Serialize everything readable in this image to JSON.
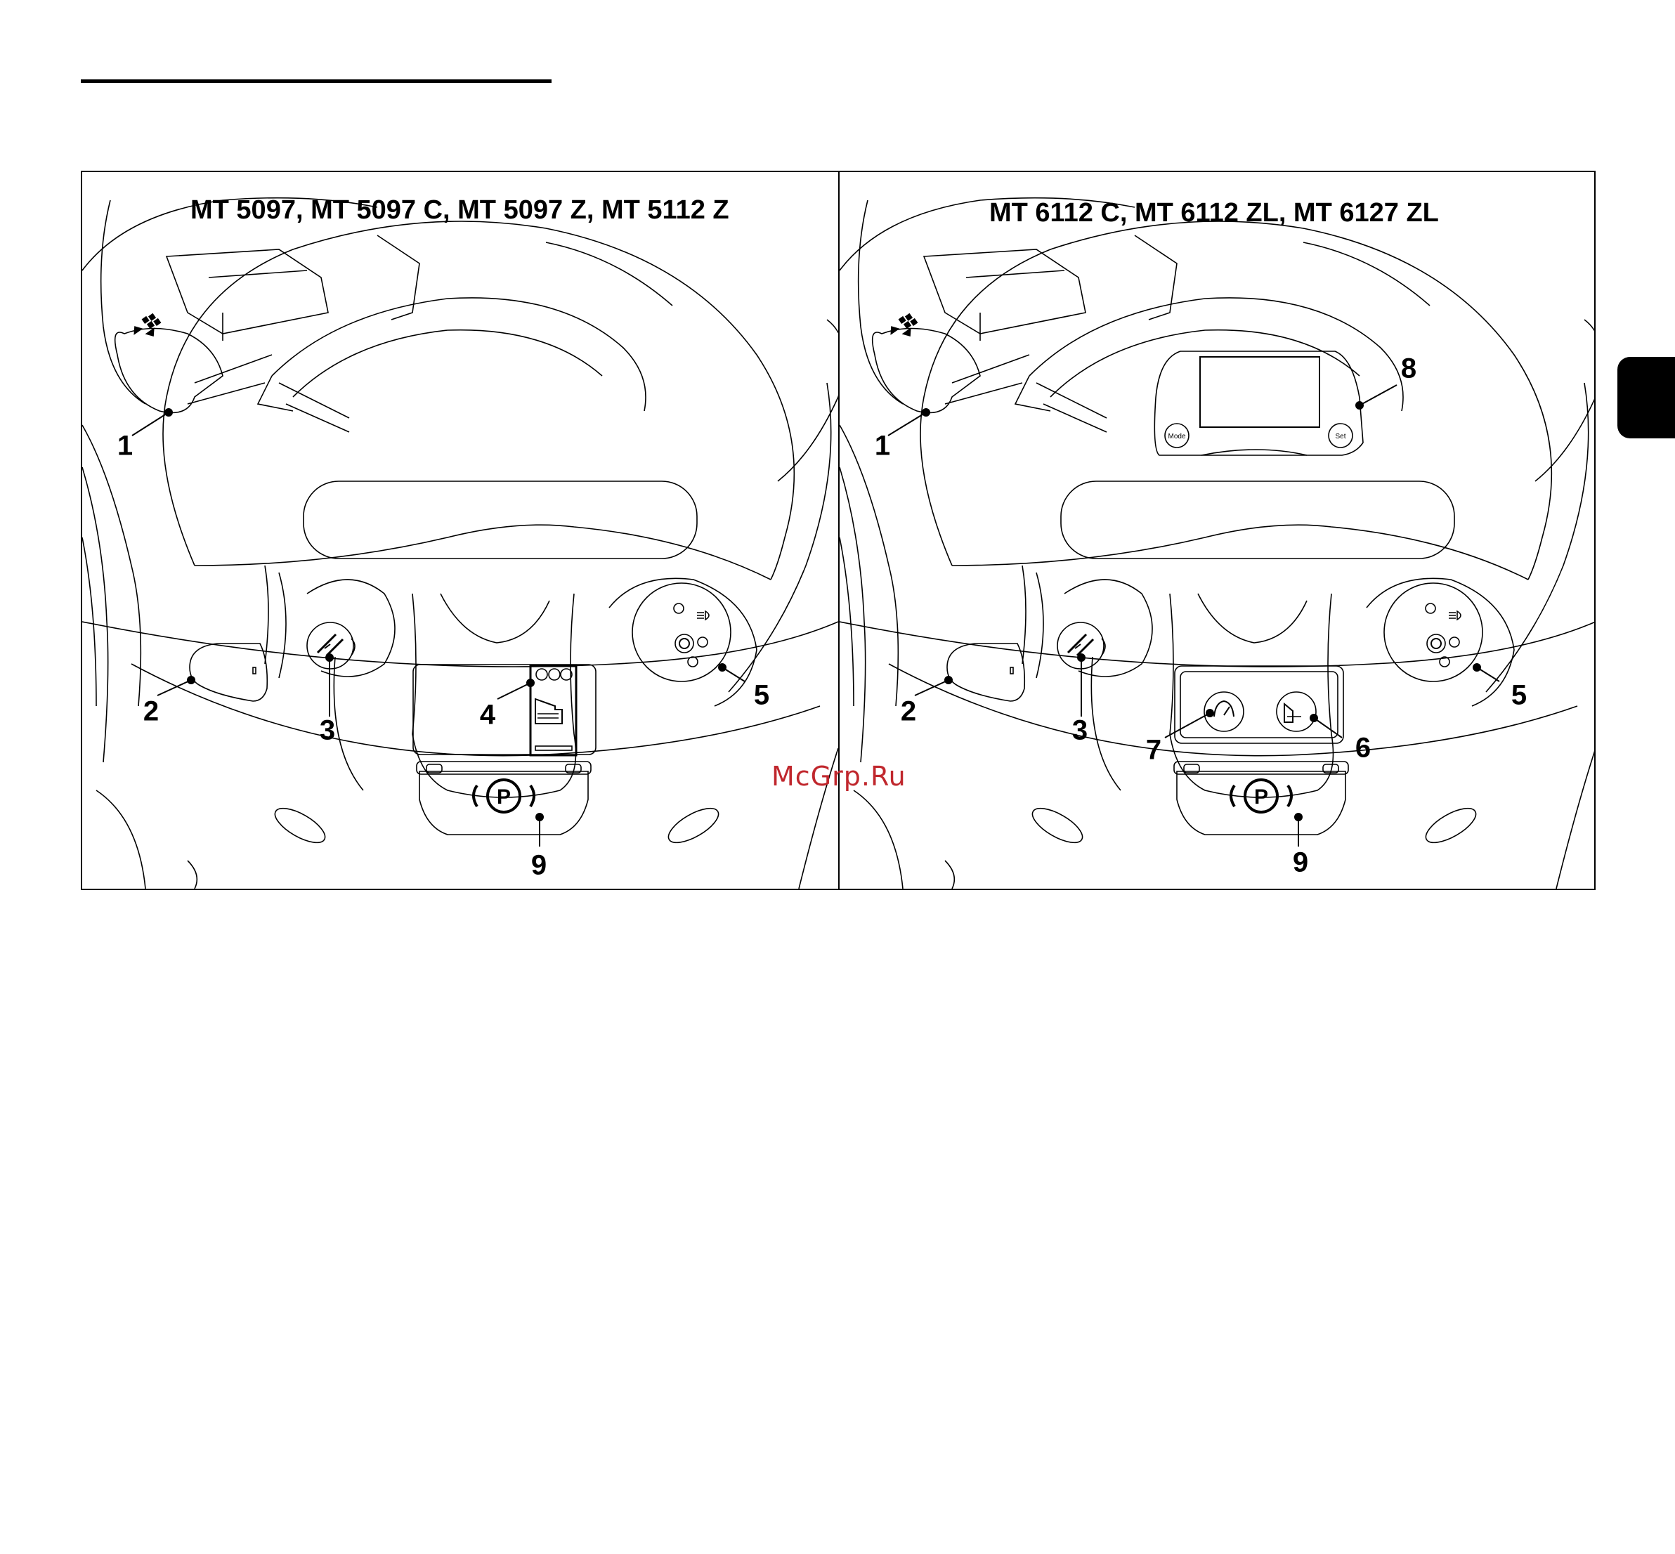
{
  "panels": [
    {
      "title": "MT 5097, MT 5097 C, MT 5097 Z, MT 5112 Z",
      "callouts": [
        "1",
        "2",
        "3",
        "4",
        "5",
        "9"
      ]
    },
    {
      "title": "MT 6112 C, MT 6112 ZL, MT 6127 ZL",
      "callouts": [
        "1",
        "2",
        "3",
        "5",
        "6",
        "7",
        "8",
        "9"
      ],
      "dash_buttons": {
        "left": "Mode",
        "right": "Set"
      }
    }
  ],
  "watermark": "McGrp.Ru",
  "icons": [
    "multifunction-lever-icon",
    "steering-column-adjust-icon",
    "parking-brake-icon",
    "ignition-key-icon",
    "lights-icon",
    "pto-icon",
    "speedometer-icon"
  ]
}
